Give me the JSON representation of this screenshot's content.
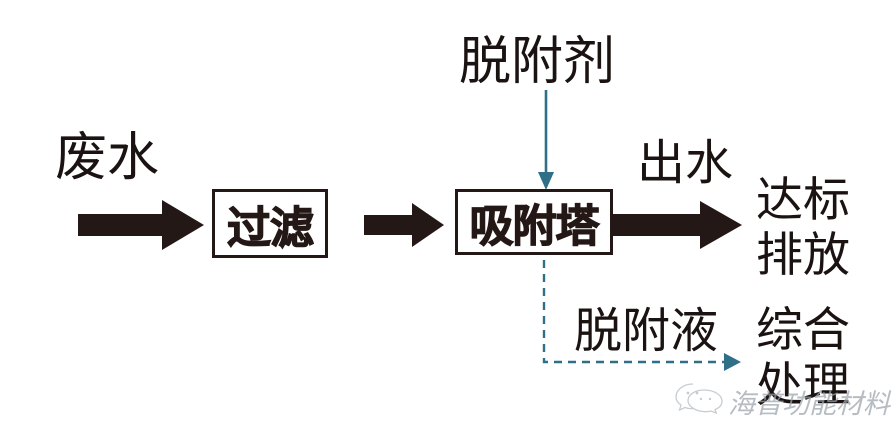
{
  "diagram": {
    "title": "Wastewater adsorption treatment flow diagram",
    "colors": {
      "ink": "#231815",
      "accent_teal": "#2f6f87",
      "background": "#ffffff",
      "watermark": "#9aa3ab"
    },
    "inputs": {
      "wastewater_label": "废水",
      "desorbent_label": "脱附剂"
    },
    "processes": [
      {
        "id": "filtration",
        "label": "过滤"
      },
      {
        "id": "adsorption_tower",
        "label": "吸附塔"
      }
    ],
    "streams": {
      "effluent_label": "出水",
      "desorption_liquid_label": "脱附液"
    },
    "outputs": [
      {
        "id": "compliant-discharge",
        "line1": "达标",
        "line2": "排放"
      },
      {
        "id": "comprehensive-treatment",
        "line1": "综合",
        "line2": "处理"
      }
    ],
    "flows": [
      {
        "from": "废水",
        "to": "过滤",
        "style": "solid-block-arrow"
      },
      {
        "from": "过滤",
        "to": "吸附塔",
        "style": "solid-block-arrow"
      },
      {
        "from": "脱附剂",
        "to": "吸附塔",
        "style": "thin-teal-arrow-down"
      },
      {
        "from": "吸附塔",
        "to": "达标排放",
        "label": "出水",
        "style": "solid-block-arrow"
      },
      {
        "from": "吸附塔",
        "to": "综合处理",
        "label": "脱附液",
        "style": "dashed-teal-arrow"
      }
    ]
  },
  "watermark": {
    "text": "海普功能材料",
    "logo": "wechat-icon"
  }
}
